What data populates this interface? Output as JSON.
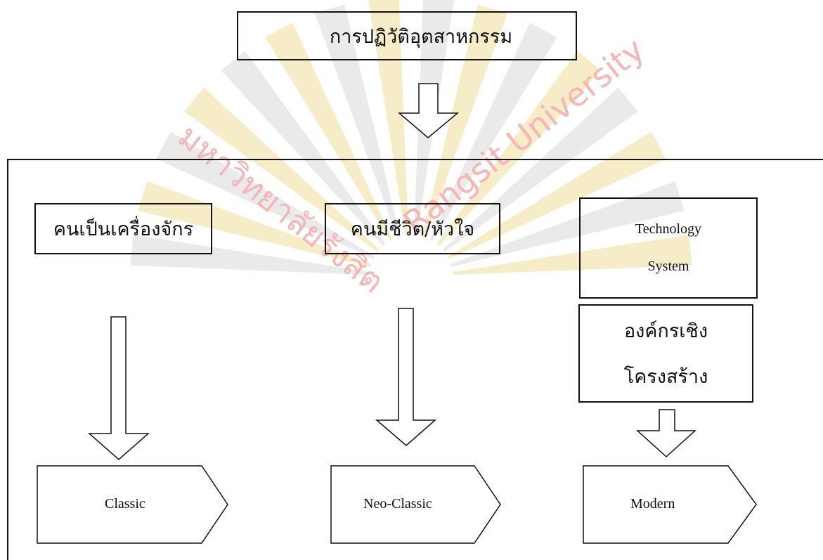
{
  "top_box": {
    "label": "การปฏิวัติอุตสาหกรรม"
  },
  "columns": [
    {
      "header": "คนเป็นเครื่องจักร",
      "result": "Classic"
    },
    {
      "header": "คนมีชีวิต/หัวใจ",
      "result": "Neo-Classic"
    },
    {
      "header_lines": [
        "Technology",
        "System"
      ],
      "middle_lines": [
        "องค์กรเชิง",
        "โครงสร้าง"
      ],
      "result": "Modern"
    }
  ],
  "watermark": {
    "text_th": "มหาวิทยาลัยรังสิต",
    "text_en": "Rangsit University",
    "colors": {
      "rays": "#d9d9d9",
      "gold": "#f1dc9a",
      "text": "#f4b7b7"
    }
  }
}
